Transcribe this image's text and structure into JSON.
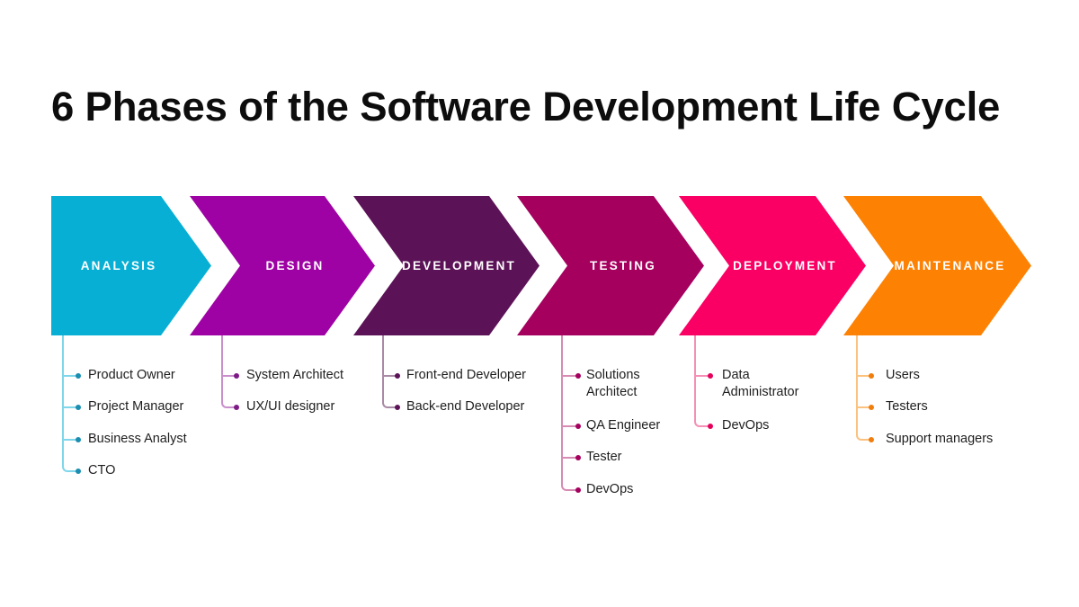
{
  "title": "6 Phases of the Software Development Life Cycle",
  "phases": [
    {
      "label": "ANALYSIS",
      "color": "#07afd4",
      "line_color": "#7fd6ea",
      "dot_color": "#1a8db0",
      "roles": [
        "Product Owner",
        "Project Manager",
        "Business Analyst",
        "CTO"
      ]
    },
    {
      "label": "DESIGN",
      "color": "#9e02a4",
      "line_color": "#c98fcc",
      "dot_color": "#7d1a86",
      "roles": [
        "System Architect",
        "UX/UI designer"
      ]
    },
    {
      "label": "DEVELOPMENT",
      "color": "#5c1257",
      "line_color": "#a98aa6",
      "dot_color": "#5c1257",
      "roles": [
        "Front-end Developer",
        "Back-end Developer"
      ]
    },
    {
      "label": "TESTING",
      "color": "#a5005e",
      "line_color": "#d68bb3",
      "dot_color": "#a5005e",
      "roles": [
        "Solutions\nArchitect",
        "QA Engineer",
        "Tester",
        "DevOps"
      ]
    },
    {
      "label": "DEPLOYMENT",
      "color": "#fa0064",
      "line_color": "#f58fb6",
      "dot_color": "#e5005a",
      "roles": [
        "Data\nAdministrator",
        "DevOps"
      ]
    },
    {
      "label": "MAINTENANCE",
      "color": "#fd8204",
      "line_color": "#fbc27f",
      "dot_color": "#f07d0c",
      "roles": [
        "Users",
        "Testers",
        "Support managers"
      ]
    }
  ]
}
